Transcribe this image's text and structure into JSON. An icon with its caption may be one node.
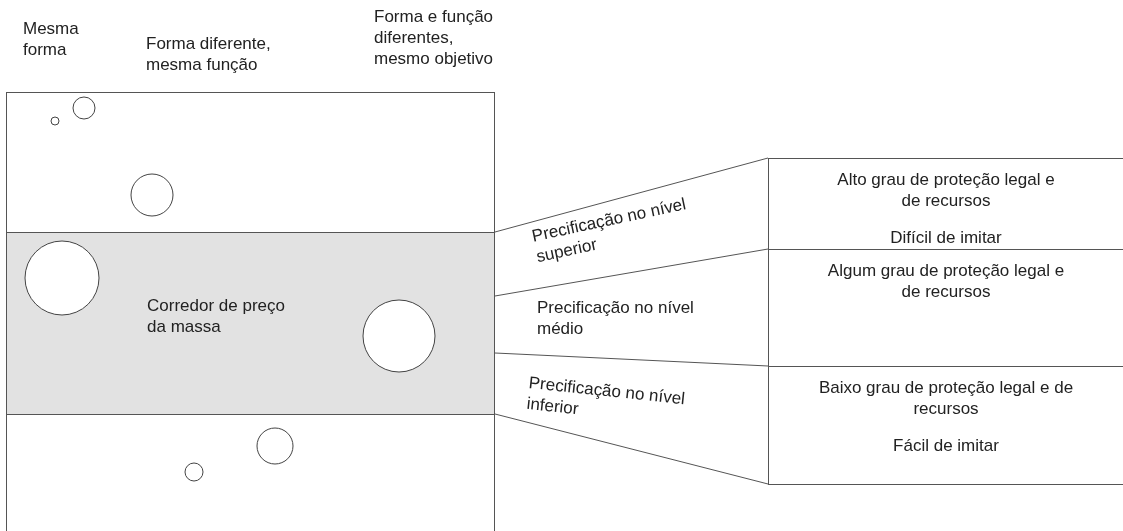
{
  "diagram": {
    "nodes": [
      {
        "text": [],
        "shape": "box"
      },
      {
        "text": [
          "Corredor de preço da massa"
        ],
        "in": 0
      },
      {
        "text": [
          "Alto grau de proteção legal e de recursos",
          "Difícil de imitar"
        ]
      },
      {
        "text": [
          "Algum grau de proteção legal e de recursos"
        ]
      },
      {
        "text": [
          "Baixo grau de proteção legal e de recursos",
          "Fácil de imitar"
        ]
      }
    ],
    "edges": [
      {
        "from": 1,
        "to": 2,
        "arrow": "none"
      },
      {
        "from": 1,
        "to": 3,
        "arrow": "none"
      },
      {
        "from": 1,
        "to": 4,
        "arrow": "none"
      },
      {
        "from": 1,
        "to": 4,
        "arrow": "none"
      }
    ],
    "labels": [
      "Mesma forma",
      "Forma diferente, mesma função",
      "Forma e função diferentes, mesmo objetivo",
      "Precificação no nível superior",
      "Precificação no nível médio",
      "Precificação no nível inferior"
    ]
  }
}
